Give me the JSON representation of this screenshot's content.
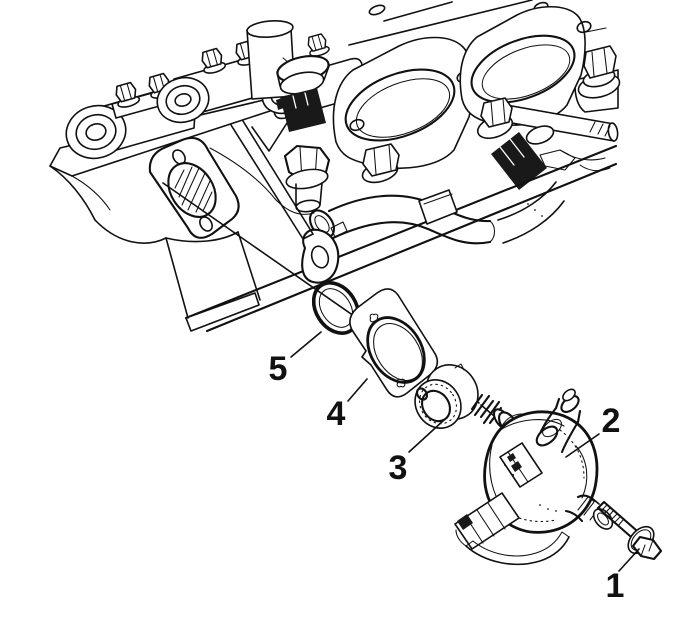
{
  "figure": {
    "type": "exploded-view-line-illustration",
    "background_color": "#ffffff",
    "line_color": "#111111",
    "callouts": [
      {
        "label": "1"
      },
      {
        "label": "2"
      },
      {
        "label": "3"
      },
      {
        "label": "4"
      },
      {
        "label": "5"
      }
    ]
  }
}
